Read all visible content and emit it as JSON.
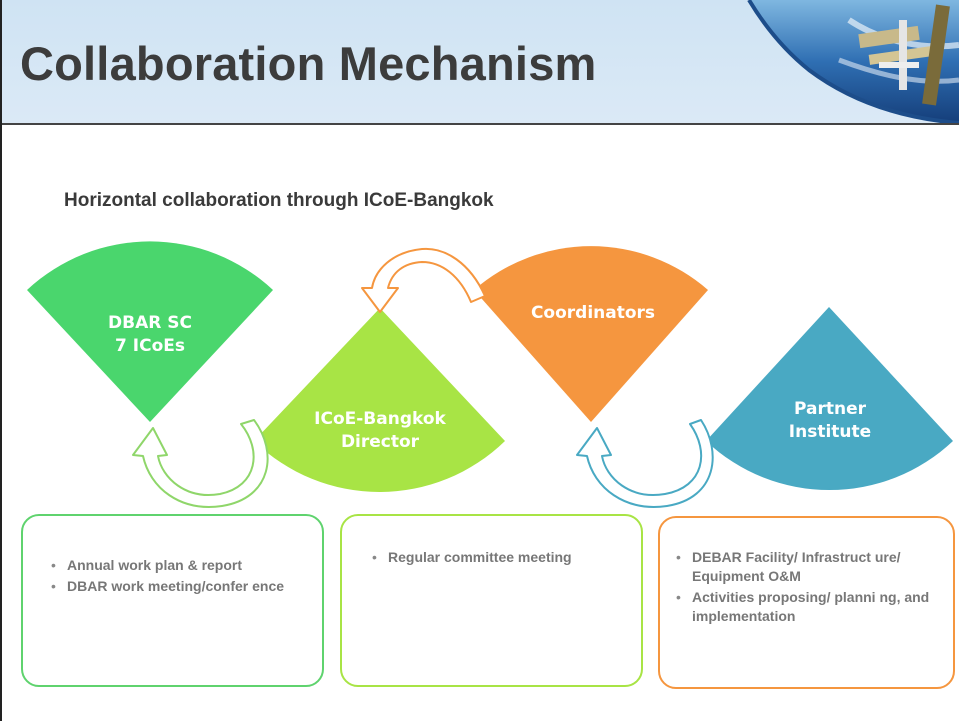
{
  "slide": {
    "title": "Collaboration Mechanism",
    "subtitle": "Horizontal collaboration through ICoE-Bangkok"
  },
  "diagram": {
    "nodes": [
      {
        "id": "dbar",
        "line1": "DBAR SC",
        "line2": "7 ICoEs",
        "color": "#4ad66d"
      },
      {
        "id": "director",
        "line1": "ICoE-Bangkok",
        "line2": "Director",
        "color": "#a8e445"
      },
      {
        "id": "coordinators",
        "line1": "Coordinators",
        "line2": "",
        "color": "#f5963f"
      },
      {
        "id": "partner",
        "line1": "Partner",
        "line2": "Institute",
        "color": "#49a9c3"
      }
    ],
    "boxes": [
      {
        "border": "#5fd36e",
        "items": [
          "Annual work plan & report",
          "DBAR work meeting/confer ence"
        ]
      },
      {
        "border": "#a8e445",
        "items": [
          "Regular committee meeting"
        ]
      },
      {
        "border": "#f5963f",
        "items": [
          "DEBAR Facility/ Infrastruct ure/ Equipment O&M",
          "Activities proposing/ planni ng, and implementation"
        ]
      }
    ]
  }
}
